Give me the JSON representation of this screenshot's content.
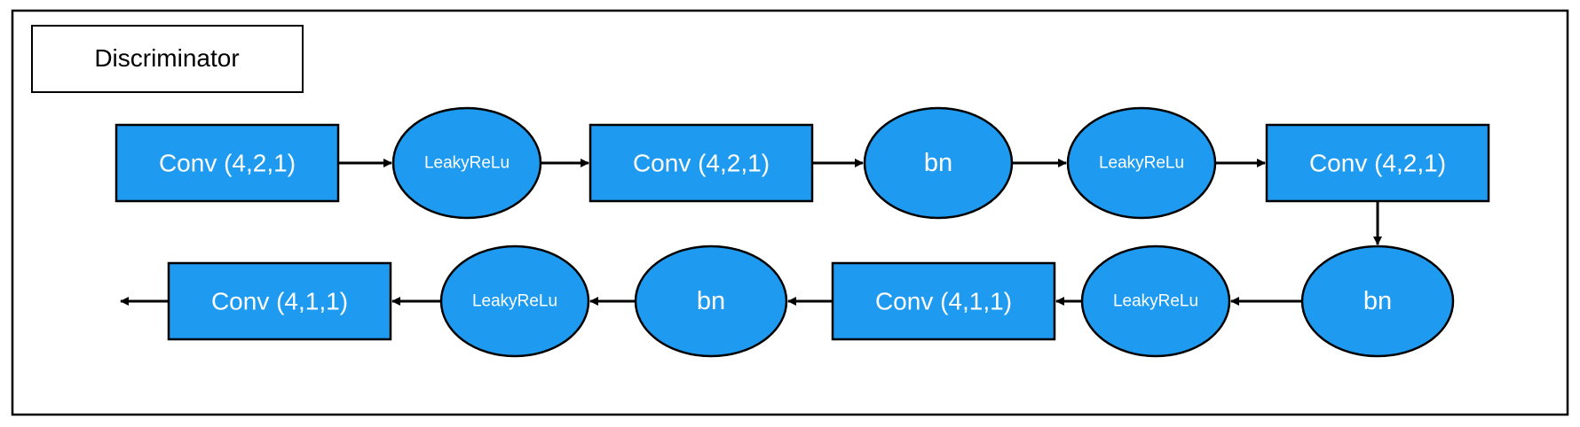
{
  "title": "Discriminator",
  "colors": {
    "node_fill": "#1e9bf0",
    "stroke": "#000000",
    "background": "#ffffff"
  },
  "row1": [
    {
      "kind": "rect",
      "label": "Conv (4,2,1)"
    },
    {
      "kind": "ellipse",
      "label": "LeakyReLu"
    },
    {
      "kind": "rect",
      "label": "Conv (4,2,1)"
    },
    {
      "kind": "ellipse",
      "label": "bn"
    },
    {
      "kind": "ellipse",
      "label": "LeakyReLu"
    },
    {
      "kind": "rect",
      "label": "Conv (4,2,1)"
    }
  ],
  "row2": [
    {
      "kind": "ellipse",
      "label": "bn"
    },
    {
      "kind": "ellipse",
      "label": "LeakyReLu"
    },
    {
      "kind": "rect",
      "label": "Conv (4,1,1)"
    },
    {
      "kind": "ellipse",
      "label": "bn"
    },
    {
      "kind": "ellipse",
      "label": "LeakyReLu"
    },
    {
      "kind": "rect",
      "label": "Conv (4,1,1)"
    }
  ]
}
